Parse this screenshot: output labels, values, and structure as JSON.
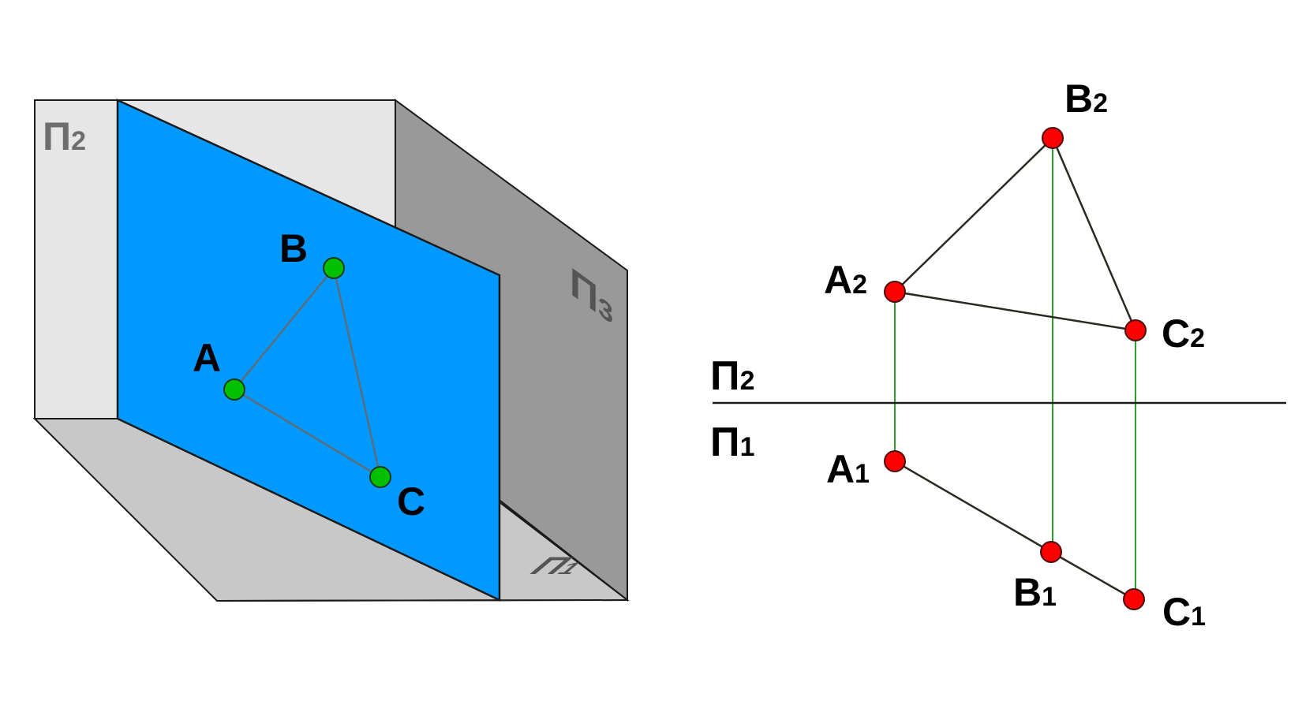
{
  "colors": {
    "background": "#ffffff",
    "frontal_plane": "#e6e6e6",
    "profile_plane": "#999999",
    "horizontal_plane": "#c8c8c8",
    "triangle_plane": "#0099ff",
    "point_3d": "#00c000",
    "point_projection": "#ff0000",
    "projection_line": "#2ca02c",
    "edge": "#1a1a1a",
    "triangle_edge_3d": "#5a6e7e"
  },
  "spatial_view": {
    "planes": [
      {
        "id": "P2",
        "label": "Π",
        "subscript": "2"
      },
      {
        "id": "P3",
        "label": "Π",
        "subscript": "3"
      },
      {
        "id": "P1",
        "label": "Π",
        "subscript": "1"
      }
    ],
    "points": [
      {
        "id": "A",
        "label": "A"
      },
      {
        "id": "B",
        "label": "B"
      },
      {
        "id": "C",
        "label": "C"
      }
    ]
  },
  "orthographic_view": {
    "axis_labels": {
      "upper": {
        "label": "Π",
        "subscript": "2"
      },
      "lower": {
        "label": "Π",
        "subscript": "1"
      }
    },
    "frontal_projections": [
      {
        "id": "A2",
        "label": "A",
        "subscript": "2"
      },
      {
        "id": "B2",
        "label": "B",
        "subscript": "2"
      },
      {
        "id": "C2",
        "label": "C",
        "subscript": "2"
      }
    ],
    "horizontal_projections": [
      {
        "id": "A1",
        "label": "A",
        "subscript": "1"
      },
      {
        "id": "B1",
        "label": "B",
        "subscript": "1"
      },
      {
        "id": "C1",
        "label": "C",
        "subscript": "1"
      }
    ]
  }
}
